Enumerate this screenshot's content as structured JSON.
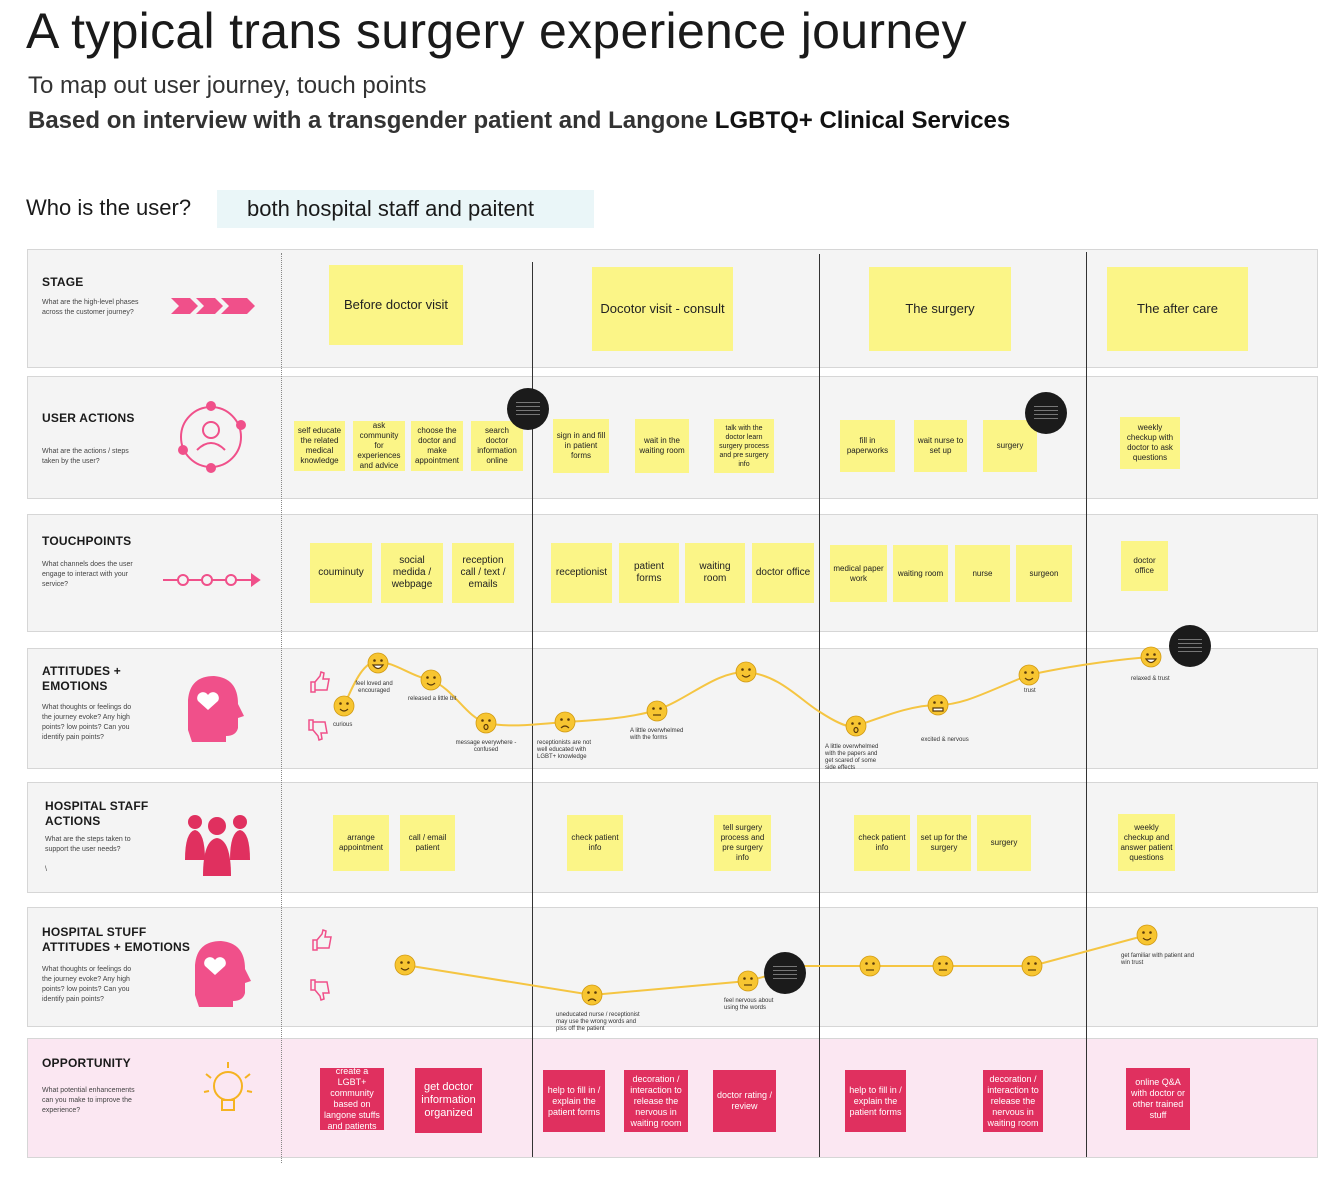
{
  "title": "A typical trans surgery experience journey",
  "subtitle": "To map out user journey, touch points",
  "basis": {
    "part1": "Based on interview with a transgender patient and Langone ",
    "part2": "LGBTQ+ Clinical Services"
  },
  "who": {
    "question": "Who is the user?",
    "answer": "both hospital staff and paitent"
  },
  "rows": {
    "stage": {
      "label": "STAGE",
      "desc": "What are the high-level phases across the customer journey?"
    },
    "user_actions": {
      "label": "USER ACTIONS",
      "desc": "What are the actions / steps taken by the user?"
    },
    "touchpoints": {
      "label": "TOUCHPOINTS",
      "desc": "What channels does the user engage to interact with your service?"
    },
    "emotions": {
      "label": "ATTITUDES + EMOTIONS",
      "desc": "What thoughts or feelings do the journey evoke? Any high points? low points? Can you identify pain points?"
    },
    "staff_actions": {
      "label": "HOSPITAL STAFF ACTIONS",
      "desc": "What are the steps taken to support the user needs?",
      "extra": "\\"
    },
    "staff_emotions": {
      "label": "HOSPITAL STUFF ATTITUDES + EMOTIONS",
      "desc": "What thoughts or feelings do the journey evoke? Any high points? low points? Can you identify pain points?"
    },
    "opportunity": {
      "label": "OPPORTUNITY",
      "desc": "What potential enhancements can you make to improve the experience?"
    }
  },
  "stages": [
    "Before doctor visit",
    "Docotor visit - consult",
    "The surgery",
    "The after care"
  ],
  "user_actions": [
    "self educate the related medical knowledge",
    "ask community for experiences and advice",
    "choose the doctor and make appointment",
    "search doctor information online",
    "sign in and fill in patient forms",
    "wait in the waiting room",
    "talk with the doctor learn surgery process and pre surgery info",
    "fill in paperworks",
    "wait nurse to set up",
    "surgery",
    "weekly checkup with doctor to ask questions"
  ],
  "touchpoints": [
    "couminuty",
    "social medida / webpage",
    "reception call / text / emails",
    "receptionist",
    "patient forms",
    "waiting room",
    "doctor office",
    "medical paper work",
    "waiting room",
    "nurse",
    "surgeon",
    "doctor office"
  ],
  "emotion_notes": [
    "feel loved and encouraged",
    "curious",
    "released a little bit",
    "message everywhere - confused",
    "receptionists are not well educated with LGBT+ knowledge",
    "A little overwhelmed with the forms",
    "A little overwhelmed with the papers and get scared of some side effects",
    "excited & nervous",
    "trust",
    "relaxed & trust"
  ],
  "staff_actions": [
    "arrange appointment",
    "call / email patient",
    "check patient info",
    "tell surgery process and pre surgery info",
    "check patient info",
    "set up for the surgery",
    "surgery",
    "weekly checkup and answer patient questions"
  ],
  "staff_emotion_notes": [
    "uneducated nurse / receptionist may use the wrong words and piss off the patient",
    "feel nervous about using the words",
    "get familiar with patient and win trust"
  ],
  "opportunities": [
    "create a LGBT+ community based on langone stuffs and patients",
    "get doctor information organized",
    "help to fill in / explain the patient forms",
    "decoration / interaction to release the nervous in waiting room",
    "doctor rating / review",
    "help to fill in / explain the patient forms",
    "decoration / interaction to release the nervous in waiting room",
    "online Q&A with doctor or other trained stuff"
  ],
  "colors": {
    "sticky": "#fbf587",
    "opportunity": "#e0305f",
    "icon_pink": "#f0508a",
    "curve": "#f5c542",
    "emoji": "#f7c531"
  }
}
